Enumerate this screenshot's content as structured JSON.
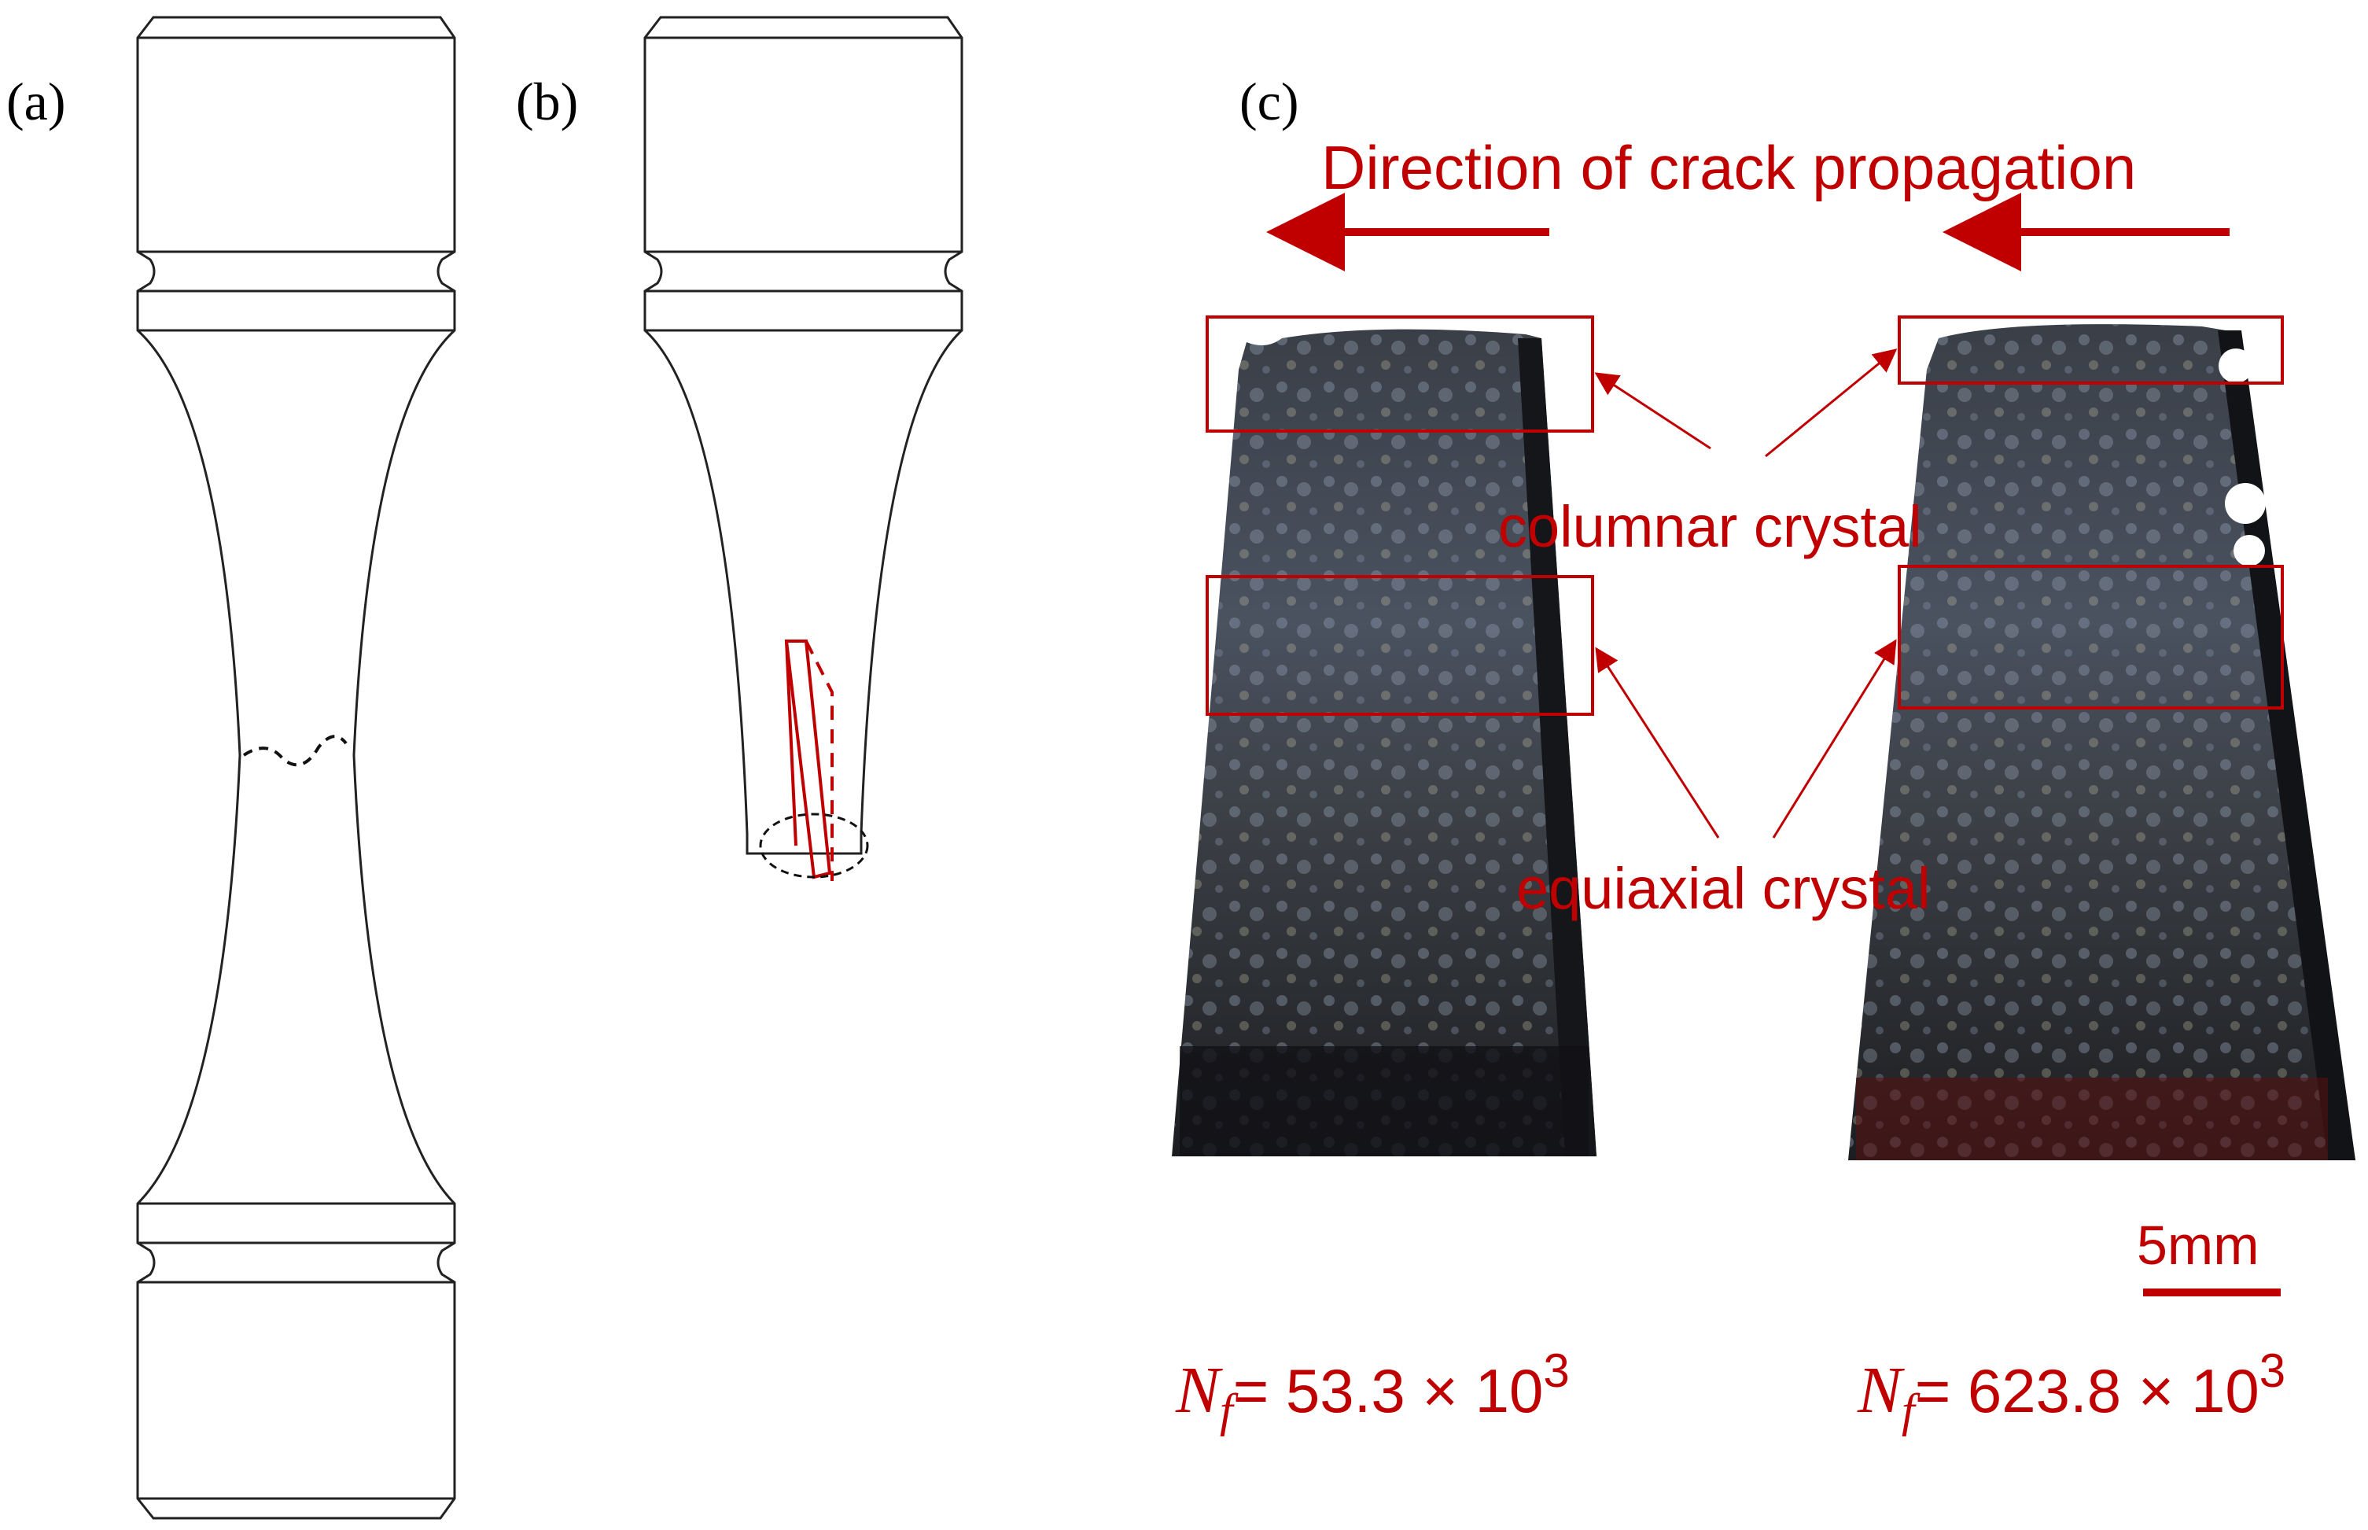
{
  "panels": {
    "a": {
      "label": "(a)"
    },
    "b": {
      "label": "(b)"
    },
    "c": {
      "label": "(c)"
    }
  },
  "annotations": {
    "direction": "Direction of crack propagation",
    "columnar": "columnar crystal",
    "equiaxial": "equiaxial crystal",
    "scale": "5mm"
  },
  "cycles": {
    "left": {
      "symbol": "N",
      "subscript": "f",
      "text": "= 53.3 × 10",
      "exponent": "3"
    },
    "right": {
      "symbol": "N",
      "subscript": "f",
      "text": "= 623.8 × 10",
      "exponent": "3"
    }
  },
  "colors": {
    "annotation_red": "#c00000",
    "line_black": "#222222",
    "fracture_dark": "#2a2e36"
  }
}
